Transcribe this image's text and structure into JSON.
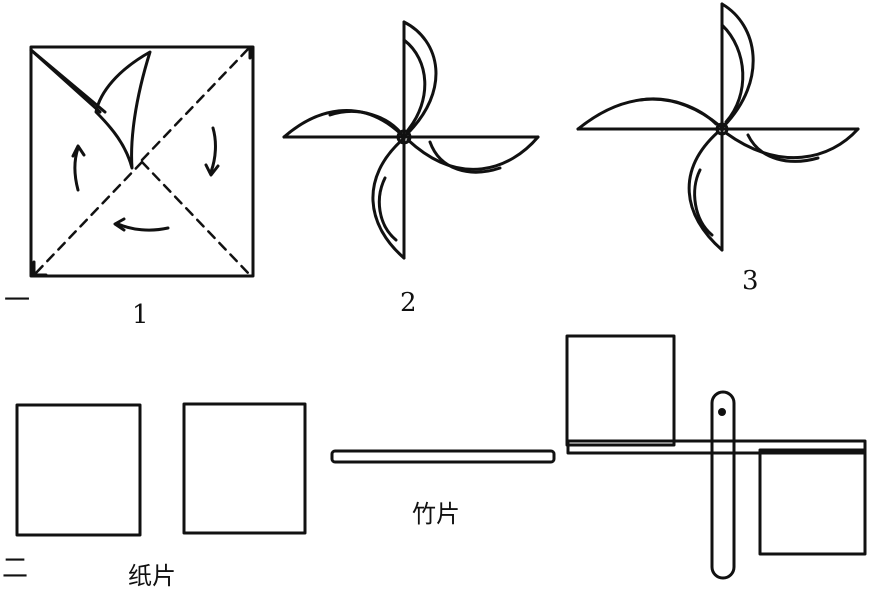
{
  "section_one": {
    "marker": "一"
  },
  "section_two": {
    "marker": "二"
  },
  "figures": {
    "fig1": {
      "label": "1"
    },
    "fig2": {
      "label": "2"
    },
    "fig3": {
      "label": "3"
    }
  },
  "parts": {
    "paper_label": "纸片",
    "bamboo_label": "竹片"
  },
  "colors": {
    "ink": "#111111",
    "paper": "#ffffff"
  }
}
